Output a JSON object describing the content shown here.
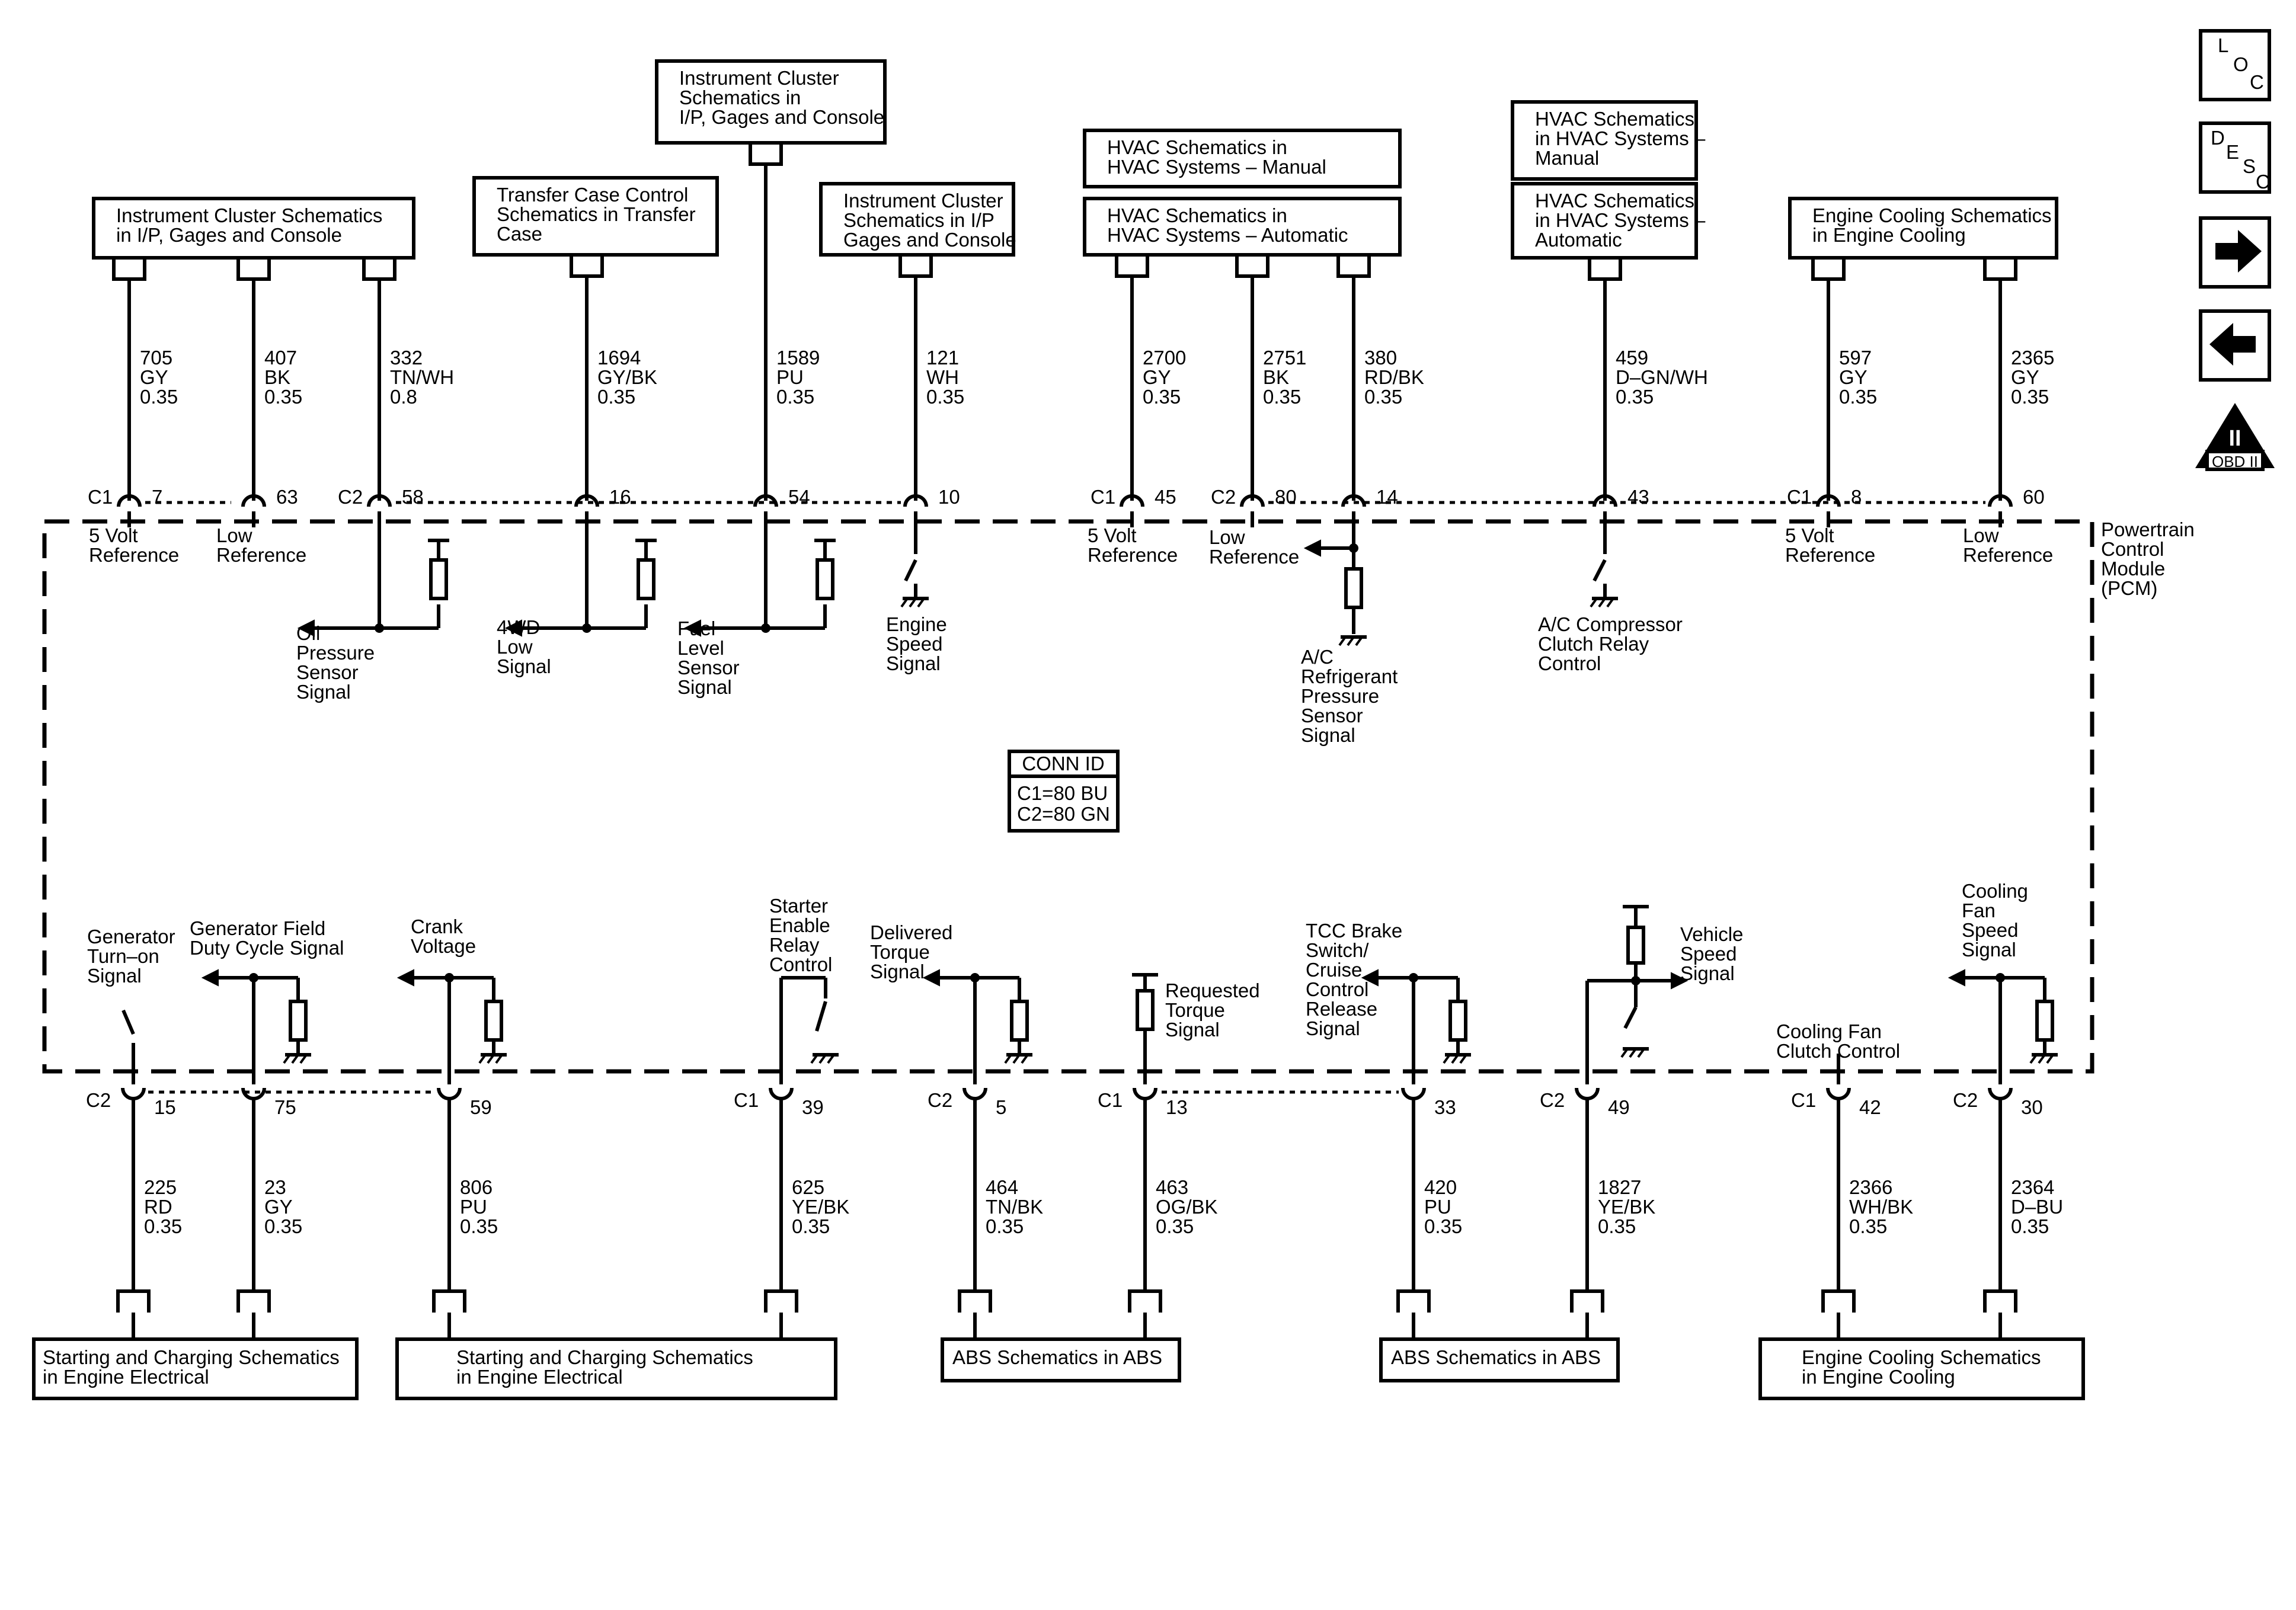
{
  "module": {
    "lines": [
      "Powertrain",
      "Control",
      "Module",
      "(PCM)"
    ]
  },
  "conn_id": {
    "title": "CONN ID",
    "lines": [
      "C1=80 BU",
      "C2=80 GN"
    ]
  },
  "nav": {
    "loc": [
      "L",
      "O",
      "C"
    ],
    "desc": [
      "D",
      "E",
      "S",
      "C"
    ],
    "obd": {
      "numeral": "II",
      "label": "OBD II"
    }
  },
  "top_refs": [
    {
      "lines": [
        "Instrument Cluster Schematics",
        "in I/P, Gages and Console"
      ]
    },
    {
      "lines": [
        "Transfer Case Control",
        "Schematics in Transfer",
        "Case"
      ]
    },
    {
      "lines": [
        "Instrument Cluster",
        "Schematics in",
        "I/P, Gages and Console"
      ]
    },
    {
      "lines": [
        "Instrument Cluster",
        "Schematics in I/P",
        "Gages and Console"
      ]
    },
    {
      "lines": [
        "HVAC Schematics in",
        "HVAC Systems – Manual"
      ]
    },
    {
      "lines": [
        "HVAC Schematics in",
        "HVAC Systems – Automatic"
      ]
    },
    {
      "lines": [
        "HVAC Schematics",
        "in HVAC Systems –",
        "Manual"
      ]
    },
    {
      "lines": [
        "HVAC Schematics",
        "in HVAC Systems –",
        "Automatic"
      ]
    },
    {
      "lines": [
        "Engine Cooling Schematics",
        "in Engine Cooling"
      ]
    }
  ],
  "bottom_refs": [
    {
      "lines": [
        "Starting and Charging Schematics",
        "in Engine Electrical"
      ]
    },
    {
      "lines": [
        "Starting and Charging Schematics",
        "in Engine Electrical"
      ]
    },
    {
      "lines": [
        "ABS Schematics in ABS"
      ]
    },
    {
      "lines": [
        "ABS Schematics in ABS"
      ]
    },
    {
      "lines": [
        "Engine Cooling Schematics",
        "in Engine Cooling"
      ]
    }
  ],
  "top_circuits": [
    {
      "conn": "C1",
      "pin": "7",
      "circuit": "705",
      "color": "GY",
      "gauge": "0.35",
      "func": [
        "5 Volt",
        "Reference"
      ]
    },
    {
      "conn": "",
      "pin": "63",
      "circuit": "407",
      "color": "BK",
      "gauge": "0.35",
      "func": [
        "Low",
        "Reference"
      ]
    },
    {
      "conn": "C2",
      "pin": "58",
      "circuit": "332",
      "color": "TN/WH",
      "gauge": "0.8",
      "func": [
        "Oil",
        "Pressure",
        "Sensor",
        "Signal"
      ]
    },
    {
      "conn": "",
      "pin": "16",
      "circuit": "1694",
      "color": "GY/BK",
      "gauge": "0.35",
      "func": [
        "4WD",
        "Low",
        "Signal"
      ]
    },
    {
      "conn": "",
      "pin": "54",
      "circuit": "1589",
      "color": "PU",
      "gauge": "0.35",
      "func": [
        "Fuel",
        "Level",
        "Sensor",
        "Signal"
      ]
    },
    {
      "conn": "",
      "pin": "10",
      "circuit": "121",
      "color": "WH",
      "gauge": "0.35",
      "func": [
        "Engine",
        "Speed",
        "Signal"
      ]
    },
    {
      "conn": "C1",
      "pin": "45",
      "circuit": "2700",
      "color": "GY",
      "gauge": "0.35",
      "func": [
        "5 Volt",
        "Reference"
      ]
    },
    {
      "conn": "C2",
      "pin": "80",
      "circuit": "2751",
      "color": "BK",
      "gauge": "0.35",
      "func": [
        "Low",
        "Reference"
      ]
    },
    {
      "conn": "",
      "pin": "14",
      "circuit": "380",
      "color": "RD/BK",
      "gauge": "0.35",
      "func": [
        "A/C",
        "Refrigerant",
        "Pressure",
        "Sensor",
        "Signal"
      ]
    },
    {
      "conn": "",
      "pin": "43",
      "circuit": "459",
      "color": "D–GN/WH",
      "gauge": "0.35",
      "func": [
        "A/C Compressor",
        "Clutch Relay",
        "Control"
      ]
    },
    {
      "conn": "C1",
      "pin": "8",
      "circuit": "597",
      "color": "GY",
      "gauge": "0.35",
      "func": [
        "5 Volt",
        "Reference"
      ]
    },
    {
      "conn": "",
      "pin": "60",
      "circuit": "2365",
      "color": "GY",
      "gauge": "0.35",
      "func": [
        "Low",
        "Reference"
      ]
    }
  ],
  "bottom_circuits": [
    {
      "conn": "C2",
      "pin": "15",
      "circuit": "225",
      "color": "RD",
      "gauge": "0.35",
      "func": [
        "Generator",
        "Turn–on",
        "Signal"
      ]
    },
    {
      "conn": "",
      "pin": "75",
      "circuit": "23",
      "color": "GY",
      "gauge": "0.35",
      "func": [
        "Generator Field",
        "Duty Cycle Signal"
      ]
    },
    {
      "conn": "",
      "pin": "59",
      "circuit": "806",
      "color": "PU",
      "gauge": "0.35",
      "func": [
        "Crank",
        "Voltage"
      ]
    },
    {
      "conn": "C1",
      "pin": "39",
      "circuit": "625",
      "color": "YE/BK",
      "gauge": "0.35",
      "func": [
        "Starter",
        "Enable",
        "Relay",
        "Control"
      ]
    },
    {
      "conn": "C2",
      "pin": "5",
      "circuit": "464",
      "color": "TN/BK",
      "gauge": "0.35",
      "func": [
        "Delivered",
        "Torque",
        "Signal"
      ]
    },
    {
      "conn": "C1",
      "pin": "13",
      "circuit": "463",
      "color": "OG/BK",
      "gauge": "0.35",
      "func": [
        "Requested",
        "Torque",
        "Signal"
      ]
    },
    {
      "conn": "",
      "pin": "33",
      "circuit": "420",
      "color": "PU",
      "gauge": "0.35",
      "func": [
        "TCC Brake",
        "Switch/",
        "Cruise",
        "Control",
        "Release",
        "Signal"
      ]
    },
    {
      "conn": "C2",
      "pin": "49",
      "circuit": "1827",
      "color": "YE/BK",
      "gauge": "0.35",
      "func": [
        "Vehicle",
        "Speed",
        "Signal"
      ]
    },
    {
      "conn": "C1",
      "pin": "42",
      "circuit": "2366",
      "color": "WH/BK",
      "gauge": "0.35",
      "func": [
        "Cooling Fan",
        "Clutch Control"
      ]
    },
    {
      "conn": "C2",
      "pin": "30",
      "circuit": "2364",
      "color": "D–BU",
      "gauge": "0.35",
      "func": [
        "Cooling",
        "Fan",
        "Speed",
        "Signal"
      ]
    }
  ]
}
